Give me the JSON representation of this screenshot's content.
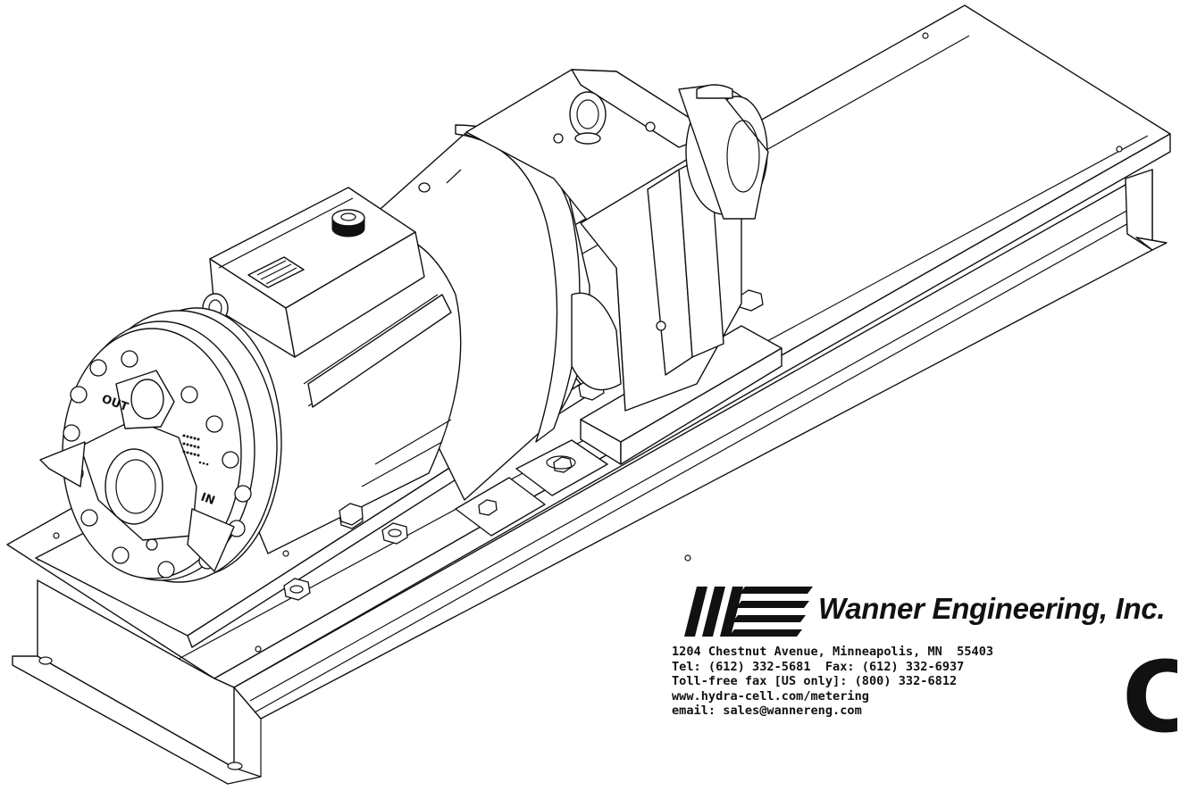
{
  "company": {
    "name": "Wanner Engineering, Inc.",
    "address": "1204 Chestnut Avenue, Minneapolis, MN  55403",
    "phone_fax": "Tel: (612) 332-5681  Fax: (612) 332-6937",
    "tollfree_fax": "Toll-free fax [US only]: (800) 332-6812",
    "website": "www.hydra-cell.com/metering",
    "email": "email: sales@wannereng.com"
  },
  "pump_head": {
    "port_out": "OUT",
    "port_in": "IN"
  },
  "certification": {
    "mark": "C"
  }
}
